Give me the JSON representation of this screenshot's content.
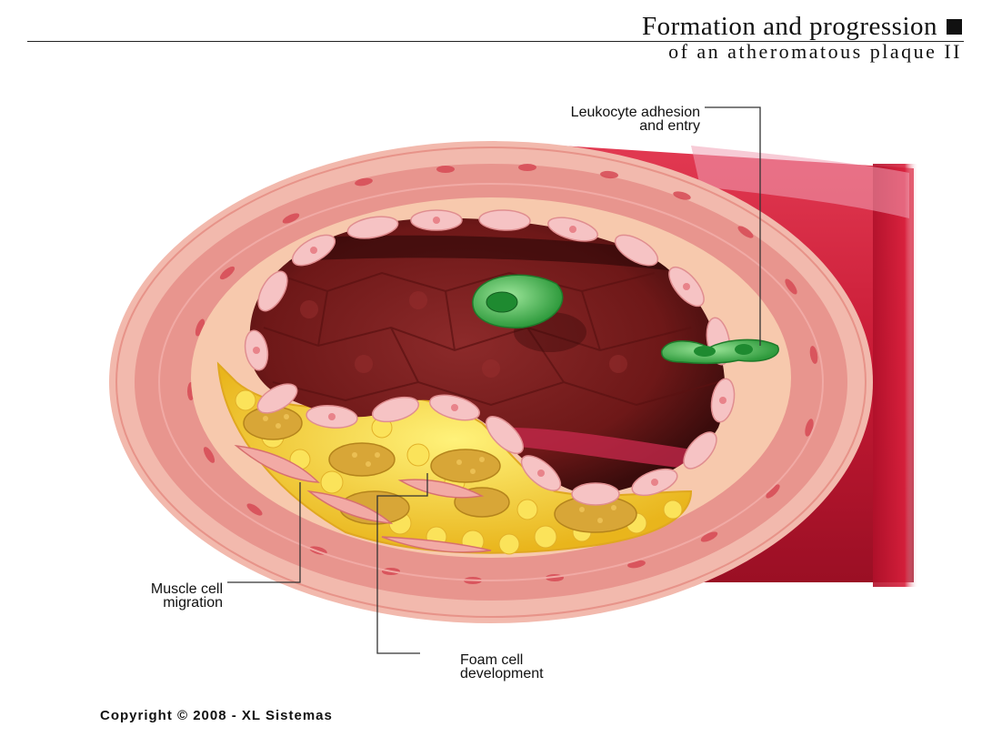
{
  "title": "Formation and progression",
  "subtitle": "of an atheromatous plaque II",
  "labels": {
    "leukocyte_line1": "Leukocyte adhesion",
    "leukocyte_line2": "and entry",
    "muscle_line1": "Muscle cell",
    "muscle_line2": "migration",
    "foam_line1": "Foam cell",
    "foam_line2": "development"
  },
  "copyright": "Copyright © 2008 - XL Sistemas",
  "colors": {
    "outer_wall": "#efb0a5",
    "media_layer": "#e89b95",
    "intima_band": "#f6c8aa",
    "lumen": "#7a1d1d",
    "vessel_tube": "#d3203a",
    "plaque_fat": "#f5d040",
    "foam_cell": "#d9a73a",
    "leukocyte": "#3ab34a"
  }
}
